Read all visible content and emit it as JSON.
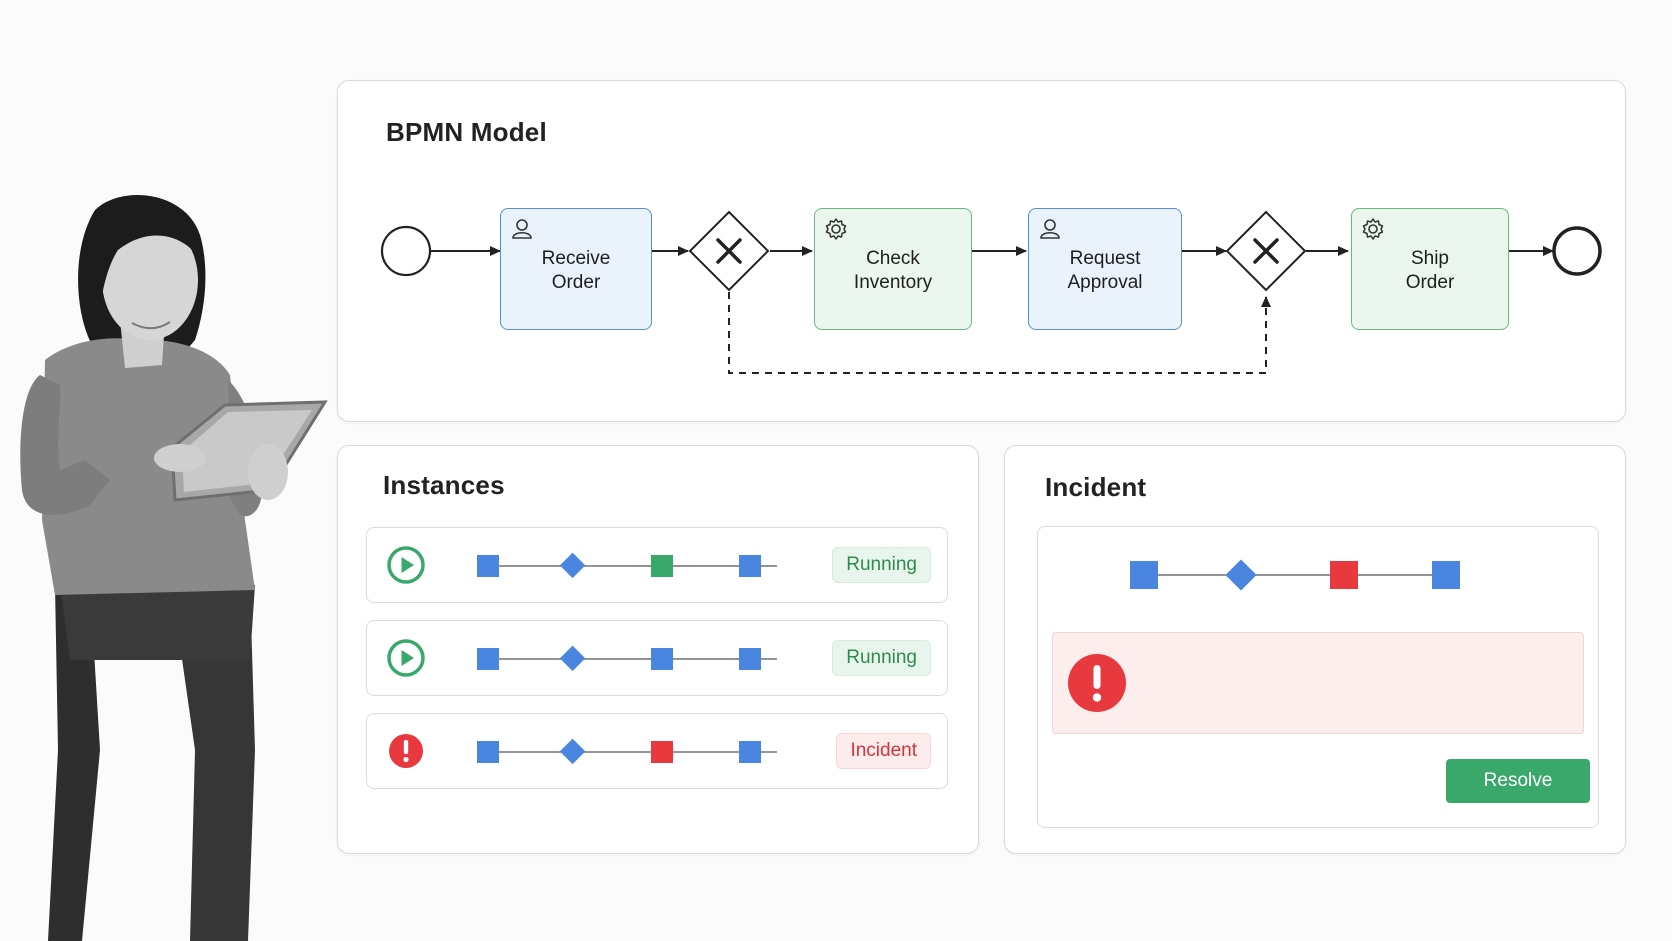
{
  "bpmn": {
    "title": "BPMN Model",
    "tasks": [
      {
        "label": "Receive\nOrder",
        "kind": "user",
        "icon": "user-icon"
      },
      {
        "label": "Check\nInventory",
        "kind": "service",
        "icon": "gear-icon"
      },
      {
        "label": "Request\nApproval",
        "kind": "user",
        "icon": "user-icon"
      },
      {
        "label": "Ship\nOrder",
        "kind": "service",
        "icon": "gear-icon"
      }
    ],
    "gateways": [
      "exclusive-gateway",
      "exclusive-gateway"
    ],
    "events": [
      "start-event",
      "end-event"
    ]
  },
  "instances": {
    "title": "Instances",
    "rows": [
      {
        "status": "Running",
        "status_icon": "play-icon",
        "steps": [
          "task",
          "gateway",
          "task-done",
          "task"
        ]
      },
      {
        "status": "Running",
        "status_icon": "play-icon",
        "steps": [
          "task",
          "gateway",
          "task",
          "task"
        ]
      },
      {
        "status": "Incident",
        "status_icon": "alert-icon",
        "steps": [
          "task",
          "gateway",
          "task-error",
          "task"
        ]
      }
    ]
  },
  "incident": {
    "title": "Incident",
    "steps": [
      "task",
      "gateway",
      "task-error",
      "task"
    ],
    "alert_icon": "alert-icon",
    "resolve_label": "Resolve"
  },
  "colors": {
    "step_blue": "#4a86e0",
    "step_green": "#3aa86a",
    "step_red": "#e8393f",
    "running_text": "#2e8b4f",
    "incident_text": "#d8323a",
    "user_task_fill": "#eaf2fc",
    "service_task_fill": "#eaf6ee"
  }
}
